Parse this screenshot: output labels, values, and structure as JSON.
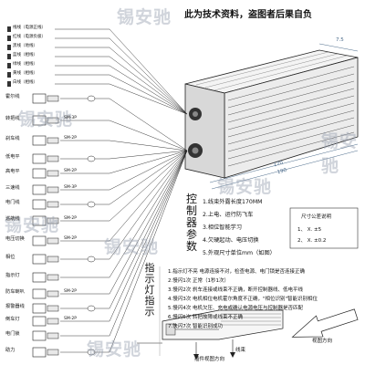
{
  "header": {
    "title": "此为技术资料，盗图者后果自负",
    "watermark": "锡安驰"
  },
  "wires": [
    "线线（电源正线）",
    "红线（电源负极）",
    "黑线（地线）",
    "蓝线（相线）",
    "绿线（相线）",
    "黄线（相线）",
    "白线（相线）"
  ],
  "connectors": [
    {
      "name": "霍尔线",
      "code": ""
    },
    {
      "name": "转把线",
      "code": "SM-3P"
    },
    {
      "name": "刹车线",
      "code": "SM-2P"
    },
    {
      "name": "低电平",
      "code": ""
    },
    {
      "name": "高电平",
      "code": "SM-2P"
    },
    {
      "name": "三速线",
      "code": "SM-3P"
    },
    {
      "name": "电门线",
      "code": ""
    },
    {
      "name": "巡航线",
      "code": "SM-2P"
    },
    {
      "name": "电压切换",
      "code": "SM-2P"
    },
    {
      "name": "相位",
      "code": ""
    },
    {
      "name": "指示灯",
      "code": ""
    },
    {
      "name": "防车喇叭",
      "code": "SM-2P"
    },
    {
      "name": "报警器线",
      "code": ""
    },
    {
      "name": "倒车灯",
      "code": "SM-2P"
    },
    {
      "name": "电门锁",
      "code": ""
    },
    {
      "name": "助力",
      "code": ""
    }
  ],
  "dimensions": {
    "top": "7.5",
    "length1": "170",
    "length2": "190"
  },
  "controller_params": {
    "vertical_title": "控制器参数",
    "items": [
      "1.线束外露长度170MM",
      "2.上电、运行防飞车",
      "3.相位智能学习",
      "4.欠硬起动、电压切换",
      "5.外观尺寸单位mm（如图）"
    ]
  },
  "tolerance": {
    "title": "尺寸公差说明",
    "items": [
      "1、 X.  ±5",
      "2、 X.  ±0.2"
    ]
  },
  "indicator": {
    "vertical_title": "指示灯指示",
    "items": [
      "1.指示灯不亮  电源连接不对，检查电源、电门锁是否连接正确",
      "2.慢闪1次  正常（1秒1次）",
      "3.慢闪2次  刹车连接或线束不正确，断开控制器线、低电平线",
      "4.慢闪3次  电机相位电机霍尔角度不正确，\"相位识别\"智能识别相位",
      "5.慢闪4次  电机欠压、充电或确认电源电压与控制器是否匹配",
      "6.慢闪5次  转把故障或线束不正确",
      "7.快闪7次  智能识别成功"
    ]
  },
  "bottom": {
    "harness_label": "线束",
    "side_label": "插件视图方向",
    "view_label": "视图方向"
  }
}
